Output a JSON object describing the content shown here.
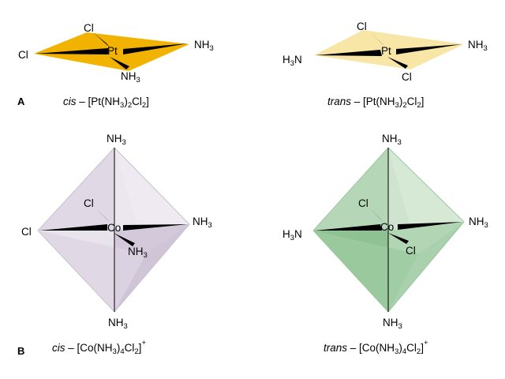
{
  "colors": {
    "cis_pt_fill": "#f2b300",
    "trans_pt_fill": "#f7e6a6",
    "cis_co_fill": "#e4dde8",
    "trans_co_fill": "#bfdcc0"
  },
  "panel_a": {
    "label": "A",
    "cis": {
      "metal": "Pt",
      "ligands": {
        "up": "Cl",
        "left": "Cl",
        "right_main": "NH",
        "right_sub": "3",
        "down_main": "NH",
        "down_sub": "3"
      },
      "caption": {
        "prefix": "cis",
        "dash": " – ",
        "formula_a": "[Pt(NH",
        "sub1": "3",
        "formula_b": ")",
        "sub2": "2",
        "formula_c": "Cl",
        "sub3": "2",
        "formula_d": "]",
        "charge": ""
      }
    },
    "trans": {
      "metal": "Pt",
      "ligands": {
        "up": "Cl",
        "left_main": "H",
        "left_sub": "3",
        "left_end": "N",
        "right_main": "NH",
        "right_sub": "3",
        "down": "Cl"
      },
      "caption": {
        "prefix": "trans",
        "dash": " – ",
        "formula_a": "[Pt(NH",
        "sub1": "3",
        "formula_b": ")",
        "sub2": "2",
        "formula_c": "Cl",
        "sub3": "2",
        "formula_d": "]",
        "charge": ""
      }
    }
  },
  "panel_b": {
    "label": "B",
    "cis": {
      "metal": "Co",
      "ligands": {
        "top_main": "NH",
        "top_sub": "3",
        "bottom_main": "NH",
        "bottom_sub": "3",
        "left": "Cl",
        "right_main": "NH",
        "right_sub": "3",
        "back": "Cl",
        "front_main": "NH",
        "front_sub": "3"
      },
      "caption": {
        "prefix": "cis",
        "dash": " – ",
        "formula_a": "[Co(NH",
        "sub1": "3",
        "formula_b": ")",
        "sub2": "4",
        "formula_c": "Cl",
        "sub3": "2",
        "formula_d": "]",
        "charge": "+"
      }
    },
    "trans": {
      "metal": "Co",
      "ligands": {
        "top_main": "NH",
        "top_sub": "3",
        "bottom_main": "NH",
        "bottom_sub": "3",
        "left_main": "H",
        "left_sub": "3",
        "left_end": "N",
        "right_main": "NH",
        "right_sub": "3",
        "back": "Cl",
        "front": "Cl"
      },
      "caption": {
        "prefix": "trans",
        "dash": " – ",
        "formula_a": "[Co(NH",
        "sub1": "3",
        "formula_b": ")",
        "sub2": "4",
        "formula_c": "Cl",
        "sub3": "2",
        "formula_d": "]",
        "charge": "+"
      }
    }
  }
}
